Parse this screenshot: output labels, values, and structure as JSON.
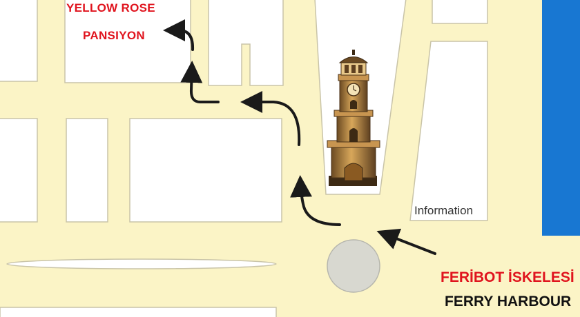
{
  "map": {
    "labels": {
      "hotel_line1": "YELLOW ROSE",
      "hotel_line2": "PANSIYON",
      "information": "Information",
      "ferry_turkish": "FERİBOT İSKELESİ",
      "ferry_english": "FERRY HARBOUR"
    },
    "colors": {
      "road": "#fbf4c6",
      "block": "#ffffff",
      "block_border": "#c9c4a8",
      "sea": "#1877d2",
      "roundabout": "#d8d8d0",
      "route_arrow": "#1a1a1a",
      "hotel_text": "#e0141e",
      "ferry_text_turkish": "#e0141e",
      "ferry_text_english": "#111111"
    },
    "landmark": "clock-tower"
  }
}
